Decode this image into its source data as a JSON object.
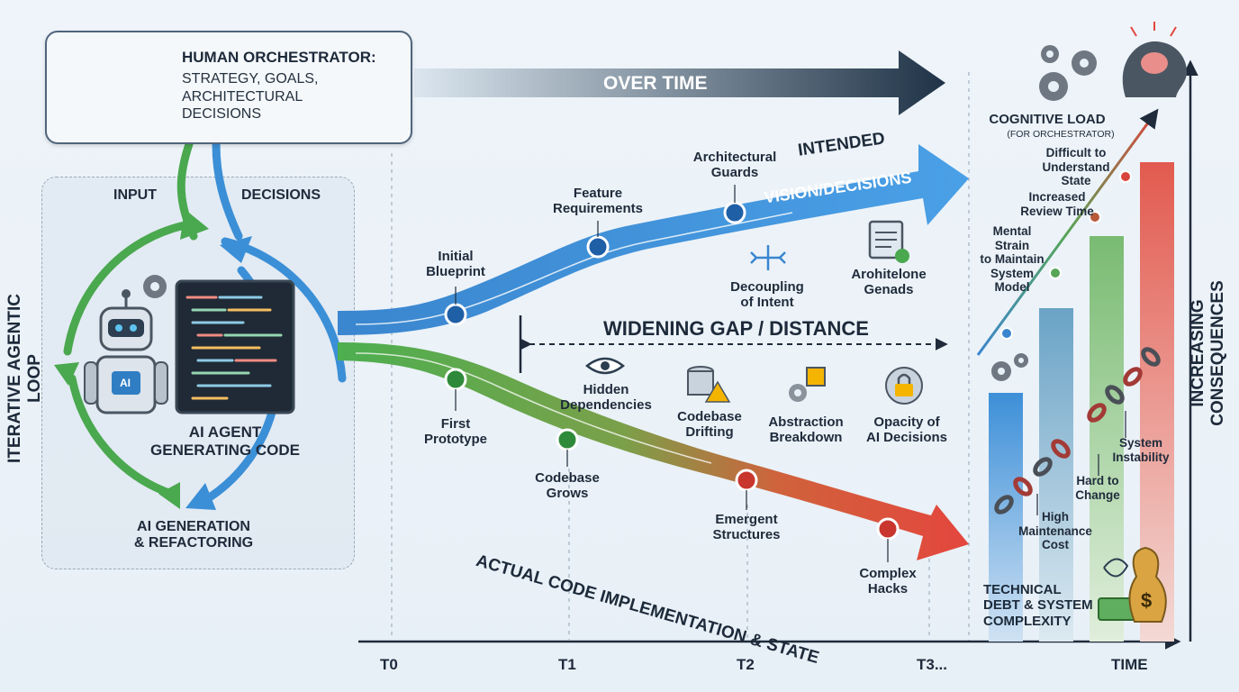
{
  "orchestrator": {
    "title": "HUMAN ORCHESTRATOR:",
    "line1": "STRATEGY, GOALS,",
    "line2": "ARCHITECTURAL",
    "line3": "DECISIONS"
  },
  "over_time": "OVER TIME",
  "loop": {
    "side_label": "ITERATIVE AGENTIC LOOP",
    "input": "INPUT",
    "decisions": "DECISIONS",
    "agent_line1": "AI AGENT",
    "agent_line2": "GENERATING CODE",
    "gen_line1": "AI GENERATION",
    "gen_line2": "& REFACTORING",
    "chip": "AI"
  },
  "intended": {
    "title1": "INTENDED",
    "title2": "VISION/DECISIONS",
    "milestones": [
      {
        "line1": "Initial",
        "line2": "Blueprint"
      },
      {
        "line1": "Feature",
        "line2": "Requirements"
      },
      {
        "line1": "Architectural",
        "line2": "Guards"
      }
    ],
    "icons": [
      {
        "line1": "Decoupling",
        "line2": "of Intent"
      },
      {
        "line1": "Arohitelone",
        "line2": "Genads"
      }
    ]
  },
  "gap": {
    "title": "WIDENING GAP / DISTANCE",
    "items": [
      {
        "line1": "Hidden",
        "line2": "Dependencies"
      },
      {
        "line1": "Codebase",
        "line2": "Drifting"
      },
      {
        "line1": "Abstraction",
        "line2": "Breakdown"
      },
      {
        "line1": "Opacity of",
        "line2": "AI Decisions"
      }
    ]
  },
  "actual": {
    "title": "ACTUAL CODE IMPLEMENTATION & STATE",
    "milestones": [
      {
        "line1": "First",
        "line2": "Prototype"
      },
      {
        "line1": "Codebase",
        "line2": "Grows"
      },
      {
        "line1": "Emergent",
        "line2": "Structures"
      },
      {
        "line1": "Complex",
        "line2": "Hacks"
      }
    ]
  },
  "timeline": {
    "ticks": [
      "T0",
      "T1",
      "T2",
      "T3..."
    ],
    "end_label": "TIME"
  },
  "consequences": {
    "axis_label": "INCREASING CONSEQUENCES",
    "cognitive_title": "COGNITIVE LOAD",
    "cognitive_sub": "(FOR ORCHESTRATOR)",
    "cog_points": [
      {
        "line1": "Difficult to",
        "line2": "Understand",
        "line3": "State"
      },
      {
        "line1": "Increased",
        "line2": "Review Time",
        "line3": ""
      },
      {
        "line1": "Mental Strain",
        "line2": "to Maintain",
        "line3": "System",
        "line4": "Model"
      }
    ],
    "debt_points": [
      {
        "line1": "System",
        "line2": "Instability"
      },
      {
        "line1": "Hard to",
        "line2": "Change"
      },
      {
        "line1": "High",
        "line2": "Maintenance",
        "line3": "Cost"
      }
    ],
    "tech_debt1": "TECHNICAL",
    "tech_debt2": "DEBT & SYSTEM",
    "tech_debt3": "COMPLEXITY",
    "money": "$"
  },
  "colors": {
    "blue": "#3b8fd6",
    "green": "#4aa84f",
    "red": "#e0473f",
    "navy": "#1f3347"
  }
}
